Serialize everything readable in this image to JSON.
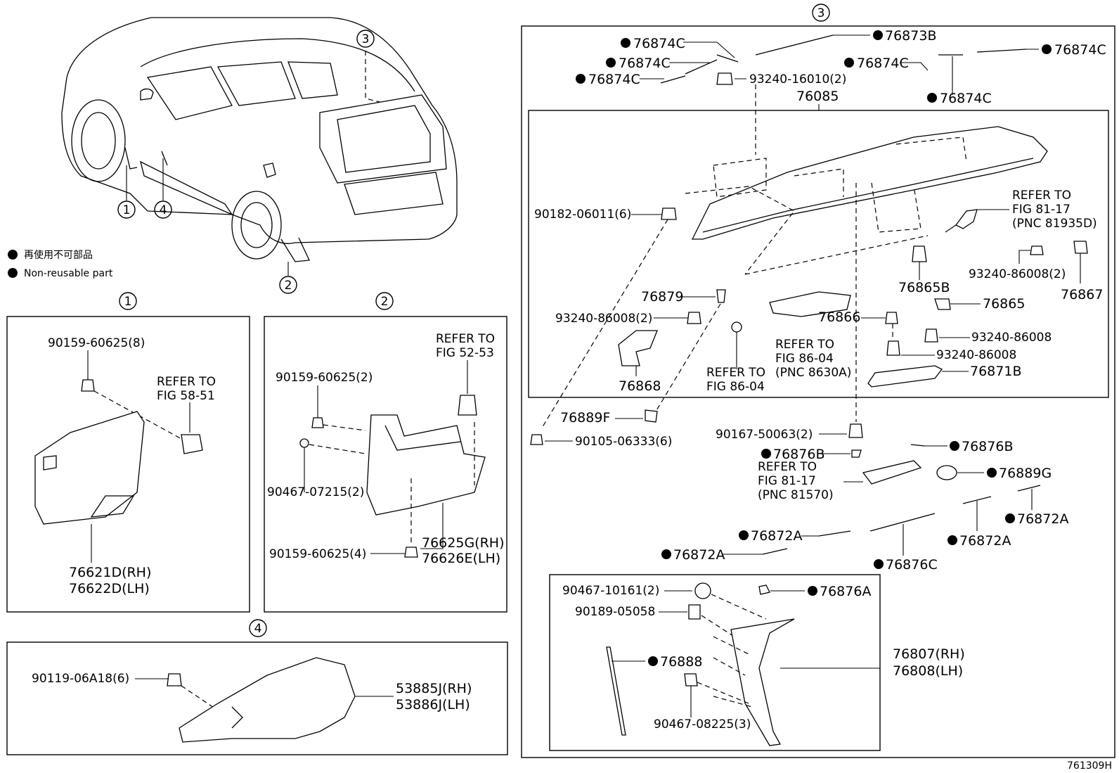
{
  "circle_markers": [
    "1",
    "2",
    "3",
    "4"
  ],
  "legend": {
    "jp": "再使用不可部品",
    "en": "Non-reusable part"
  },
  "figure_code": "761309H",
  "section1": {
    "bolt": "90159-60625(8)",
    "refer": [
      "REFER TO",
      "FIG 58-51"
    ],
    "part": [
      "76621D(RH)",
      "76622D(LH)"
    ]
  },
  "section2": {
    "refer": [
      "REFER TO",
      "FIG 52-53"
    ],
    "bolt_top": "90159-60625(2)",
    "clip": "90467-07215(2)",
    "bolt_bottom": "90159-60625(4)",
    "part": [
      "76625G(RH)",
      "76626E(LH)"
    ]
  },
  "section4": {
    "bolt": "90119-06A18(6)",
    "part": [
      "53885J(RH)",
      "53886J(LH)"
    ]
  },
  "section3": {
    "spoiler": "76085",
    "parts": {
      "p76874c": "76874C",
      "p76873b": "76873B",
      "screw_top": "93240-16010(2)",
      "nut": "90182-06011(6)",
      "refer_8117a": [
        "REFER TO",
        "FIG 81-17",
        "(PNC 81935D)"
      ],
      "screw_right": "93240-86008(2)",
      "p76865b": "76865B",
      "p76867": "76867",
      "p76879": "76879",
      "screw_left": "93240-86008(2)",
      "p76866": "76866",
      "p76865": "76865",
      "screw_a": "93240-86008",
      "screw_b": "93240-86008",
      "refer_8604a": [
        "REFER TO",
        "FIG 86-04",
        "(PNC 8630A)"
      ],
      "refer_8604b": [
        "REFER TO",
        "FIG 86-04"
      ],
      "p76868": "76868",
      "p76871b": "76871B",
      "p76889f": "76889F",
      "clip_90105": "90105-06333(6)",
      "bolt_90167": "90167-50063(2)",
      "p76876b": "76876B",
      "refer_8117b": [
        "REFER TO",
        "FIG 81-17",
        "(PNC 81570)"
      ],
      "p76889g": "76889G",
      "p76872a": "76872A",
      "p76876c": "76876C"
    },
    "sub": {
      "clip_90467_10161": "90467-10161(2)",
      "clip_90189": "90189-05058",
      "p76876a": "76876A",
      "p76888": "76888",
      "clip_90467_08225": "90467-08225(3)",
      "garnish": [
        "76807(RH)",
        "76808(LH)"
      ]
    }
  }
}
